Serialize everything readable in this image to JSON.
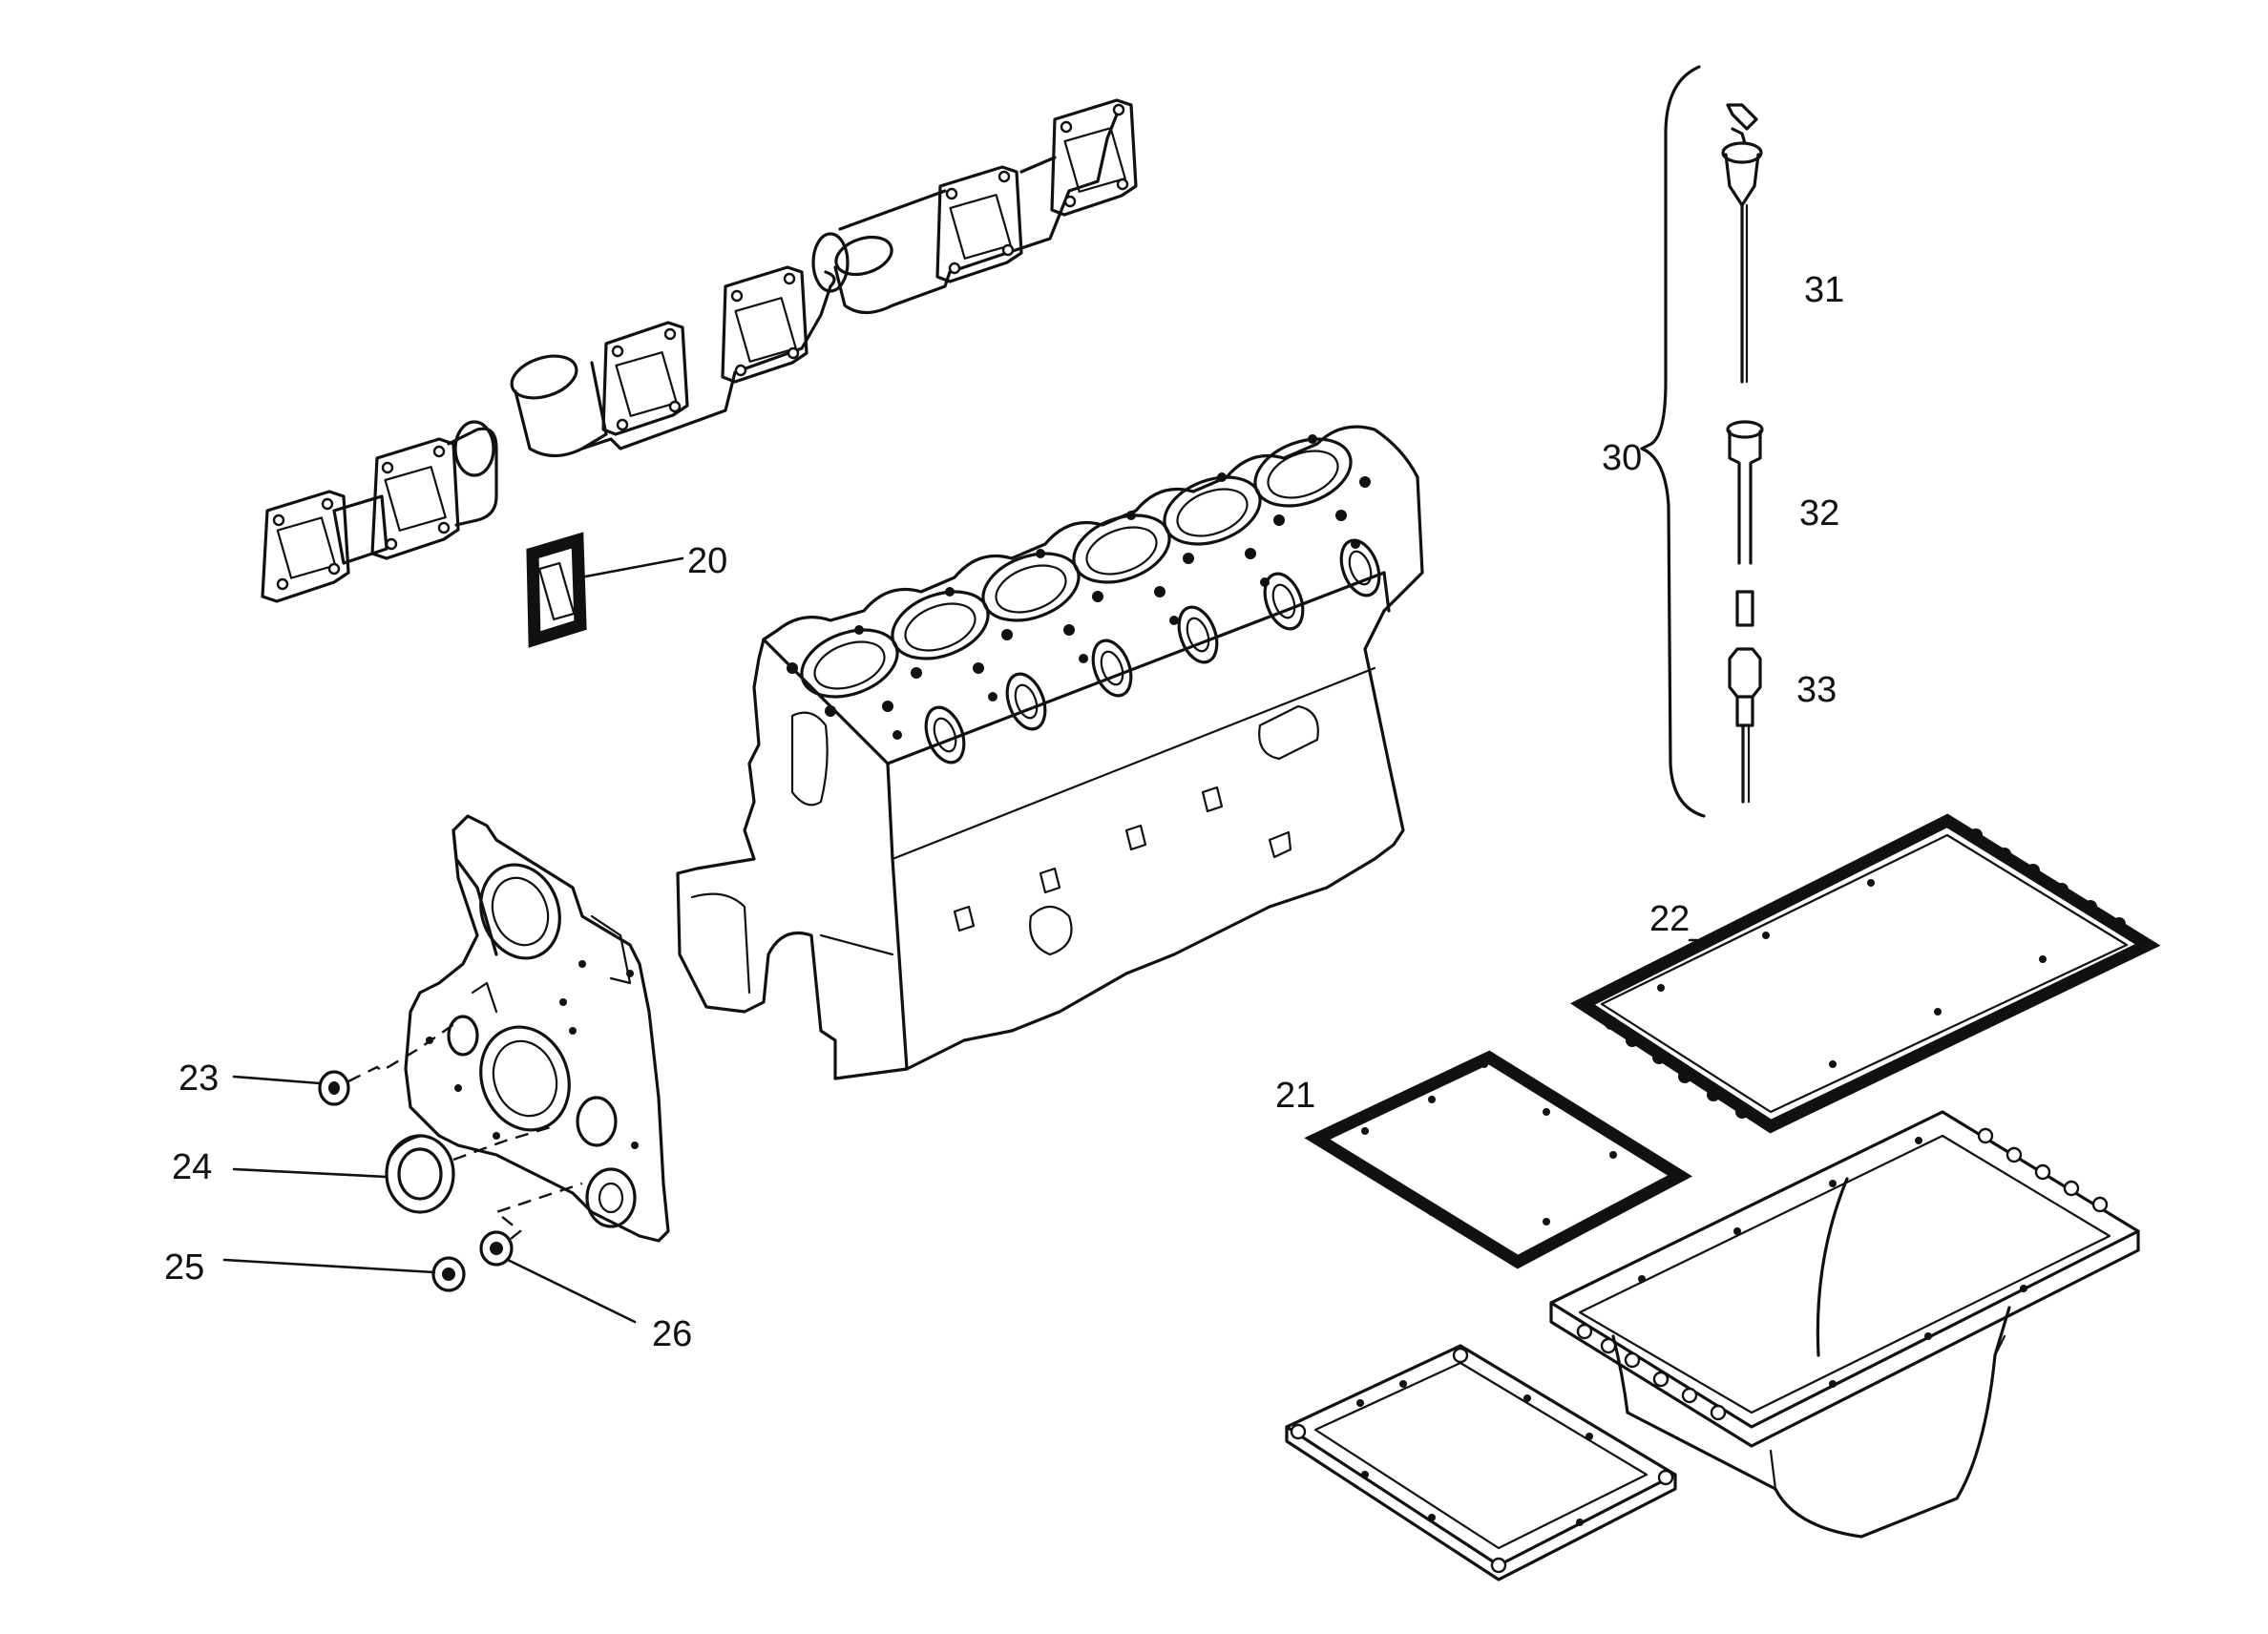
{
  "callouts": {
    "c20": "20",
    "c21": "21",
    "c22": "22",
    "c23": "23",
    "c24": "24",
    "c25": "25",
    "c26": "26",
    "c30": "30",
    "c31": "31",
    "c32": "32",
    "c33": "33"
  },
  "colors": {
    "ink": "#111111",
    "paper": "#ffffff"
  }
}
